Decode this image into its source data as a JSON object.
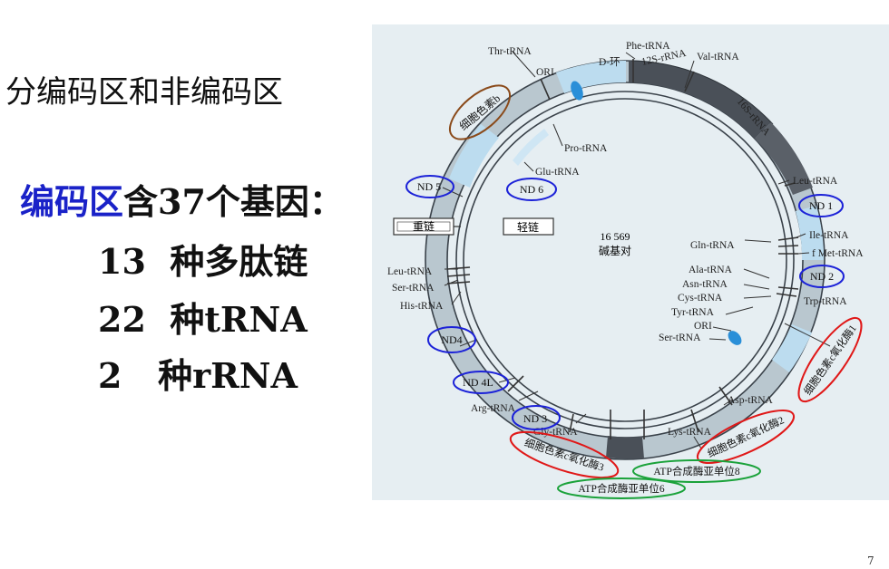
{
  "slide": {
    "subtitle": "分编码区和非编码区",
    "heading_highlight": "编码区",
    "heading_rest": "含37个基因：",
    "counts": [
      {
        "num": "13",
        "text": "种多肽链"
      },
      {
        "num": "22",
        "text": "种tRNA"
      },
      {
        "num": "2",
        "text": "种rRNA"
      }
    ],
    "page_number": "7"
  },
  "diagram": {
    "center_size": "16 569",
    "center_unit": "碱基对",
    "heavy_strand": "重链",
    "light_strand": "轻链",
    "labels": {
      "thr": "Thr-tRNA",
      "ori_top": "ORI",
      "phe": "Phe-tRNA",
      "dloop": "D-环",
      "r12s": "12S-rRNA",
      "val": "Val-tRNA",
      "r16s": "16S-rRNA",
      "pro": "Pro-tRNA",
      "glu": "Glu-tRNA",
      "leu1": "Leu-tRNA",
      "ile": "Ile-tRNA",
      "gln": "Gln-tRNA",
      "fmet": "f Met-tRNA",
      "ala": "Ala-tRNA",
      "asn": "Asn-tRNA",
      "cys": "Cys-tRNA",
      "trp": "Trp-tRNA",
      "tyr": "Tyr-tRNA",
      "ori_l": "ORI",
      "ser2": "Ser-tRNA",
      "leu2": "Leu-tRNA",
      "ser1": "Ser-tRNA",
      "his": "His-tRNA",
      "arg": "Arg-tRNA",
      "gly": "Gly-tRNA",
      "lys": "Lys-tRNA",
      "asp": "Asp-tRNA"
    },
    "genes": {
      "nd1": "ND 1",
      "nd2": "ND 2",
      "nd5": "ND 5",
      "nd6": "ND 6",
      "nd4": "ND4",
      "nd4l": "ND 4L",
      "nd3": "ND 3",
      "cytb": "细胞色素b",
      "cox1": "细胞色素c氧化酶1",
      "cox2": "细胞色素c氧化酶2",
      "cox3": "细胞色素c氧化酶3",
      "atp8": "ATP合成酶亚单位8",
      "atp6": "ATP合成酶亚单位6"
    },
    "colors": {
      "nd_circle": "#1c22d8",
      "cox_circle": "#e01818",
      "atp_circle": "#1aa23a",
      "cytb_circle": "#8a4a1a",
      "ring_dark": "#454a50",
      "ring_light": "#b8d6ea"
    }
  }
}
